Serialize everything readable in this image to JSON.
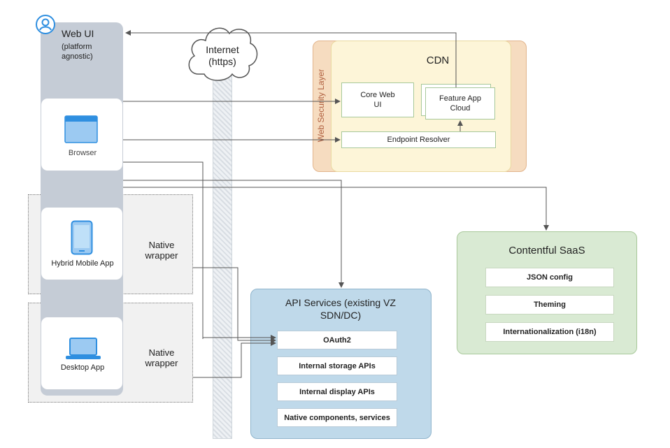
{
  "web_ui": {
    "title": "Web UI",
    "subtitle": "(platform agnostic)"
  },
  "clients": {
    "browser": "Browser",
    "hybrid": "Hybrid Mobile App",
    "desktop": "Desktop App"
  },
  "wrappers": {
    "native1": "Native wrapper",
    "native2": "Native wrapper"
  },
  "internet": "Internet (https)",
  "cdn": {
    "title": "CDN",
    "security_layer": "Web Security Layer",
    "core_web_ui": "Core Web UI",
    "feature_app_cloud": "Feature App Cloud",
    "endpoint_resolver": "Endpoint Resolver"
  },
  "api": {
    "title": "API Services (existing VZ SDN/DC)",
    "items": [
      "OAuth2",
      "Internal storage APIs",
      "Internal display APIs",
      "Native components, services"
    ]
  },
  "contentful": {
    "title": "Contentful SaaS",
    "items": [
      "JSON config",
      "Theming",
      "Internationalization (i18n)"
    ]
  },
  "colors": {
    "web_ui_column": "#c5ccd6",
    "cdn_outer": "#f6dcc0",
    "cdn_inner": "#fdf5d8",
    "api_bg": "#bfd9ea",
    "contentful_bg": "#d9ead3",
    "icon_blue": "#2f8fe0"
  },
  "icons": [
    "user-icon",
    "browser-window-icon",
    "phone-icon",
    "laptop-icon",
    "cloud-icon"
  ]
}
